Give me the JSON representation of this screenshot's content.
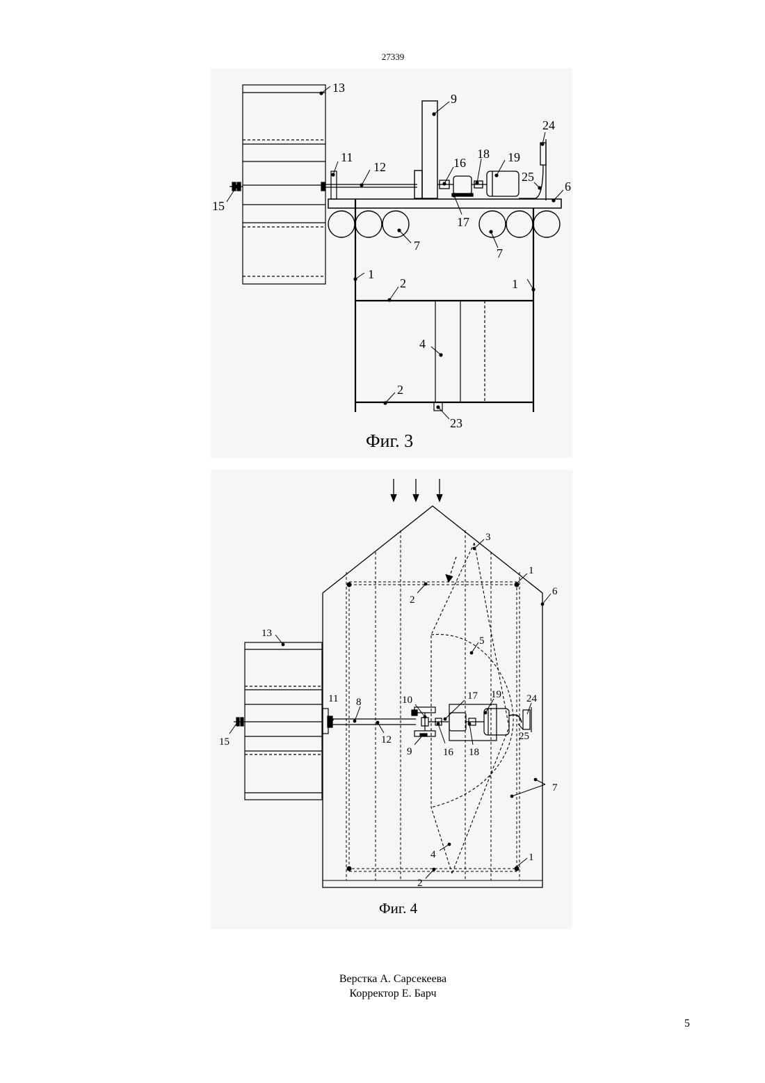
{
  "document": {
    "patent_number": "27339",
    "page_number": "5"
  },
  "fig3": {
    "caption": "Фиг. 3",
    "labels": {
      "l1a": "1",
      "l1b": "1",
      "l2a": "2",
      "l2b": "2",
      "l4": "4",
      "l6": "6",
      "l7a": "7",
      "l7b": "7",
      "l9": "9",
      "l11": "11",
      "l12": "12",
      "l13": "13",
      "l15": "15",
      "l16": "16",
      "l17": "17",
      "l18": "18",
      "l19": "19",
      "l23": "23",
      "l24": "24",
      "l25": "25"
    }
  },
  "fig4": {
    "caption": "Фиг. 4",
    "labels": {
      "l1a": "1",
      "l1b": "1",
      "l2a": "2",
      "l2b": "2",
      "l3": "3",
      "l4": "4",
      "l5": "5",
      "l6": "6",
      "l7": "7",
      "l8": "8",
      "l9": "9",
      "l10": "10",
      "l11": "11",
      "l12": "12",
      "l13": "13",
      "l15": "15",
      "l16": "16",
      "l17": "17",
      "l18": "18",
      "l19": "19",
      "l24": "24",
      "l25": "25"
    }
  },
  "footer": {
    "layout_by": "Верстка А. Сарсекеева",
    "corrector": "Корректор Е. Барч"
  }
}
